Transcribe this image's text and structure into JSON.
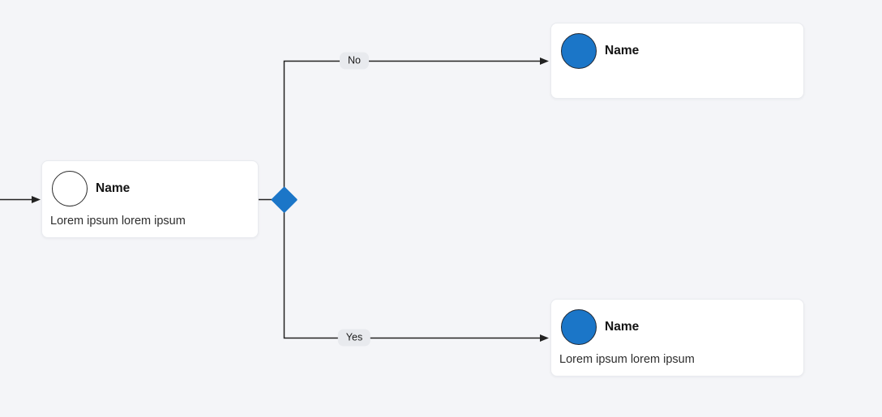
{
  "colors": {
    "canvas_bg": "#f4f5f8",
    "node_blue": "#1b76c8",
    "edge": "#222222",
    "pill_bg": "#e8eaee",
    "card_bg": "#ffffff",
    "card_border": "#e9ebef"
  },
  "nodes": {
    "start": {
      "title": "Name",
      "description": "Lorem ipsum lorem ipsum",
      "icon": "circle-outline"
    },
    "decision": {
      "icon": "diamond-filled"
    },
    "no_target": {
      "title": "Name",
      "icon": "circle-filled"
    },
    "yes_target": {
      "title": "Name",
      "description": "Lorem ipsum lorem ipsum",
      "icon": "circle-filled"
    }
  },
  "edge_labels": {
    "no": "No",
    "yes": "Yes"
  }
}
